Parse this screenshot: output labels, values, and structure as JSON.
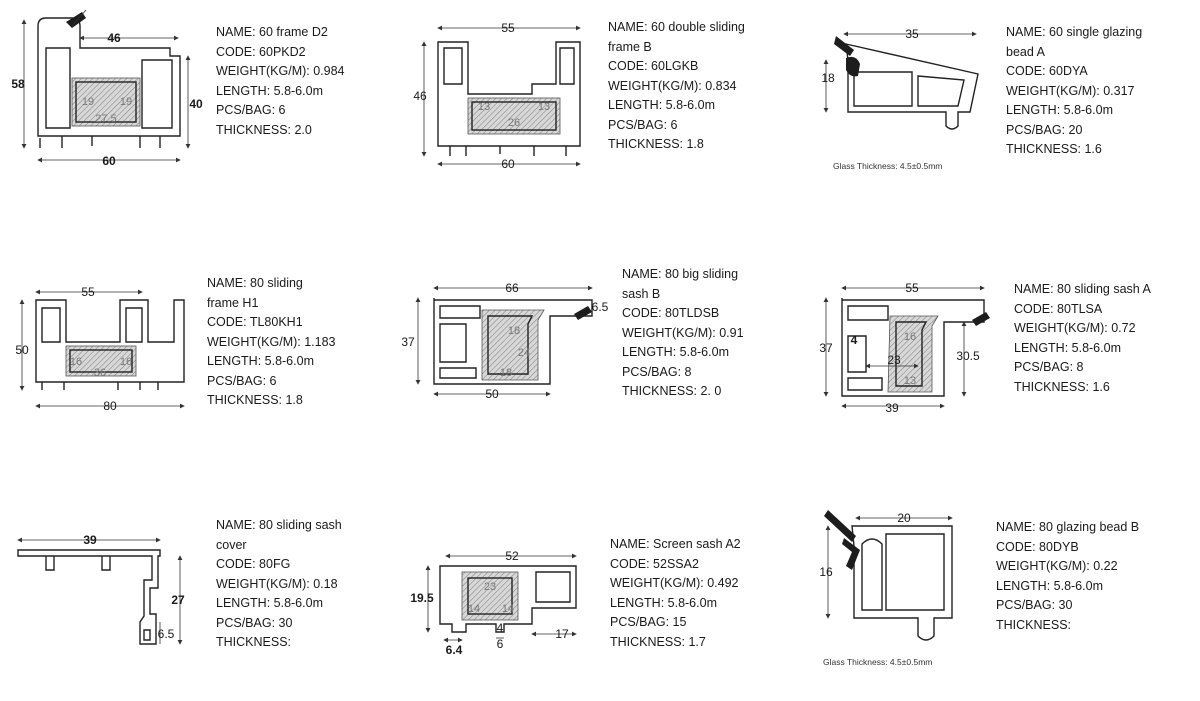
{
  "products": [
    {
      "name": "NAME: 60 frame D2",
      "code": "CODE: 60PKD2",
      "weight": "WEIGHT(KG/M): 0.984",
      "length": "LENGTH: 5.8-6.0m",
      "pcs": "PCS/BAG: 6",
      "thickness": "THICKNESS: 2.0",
      "dims": [
        "46",
        "58",
        "40",
        "19",
        "19",
        "27.5",
        "60"
      ]
    },
    {
      "name": "NAME: 60 double sliding",
      "name2": "frame B",
      "code": "CODE: 60LGKB",
      "weight": "WEIGHT(KG/M): 0.834",
      "length": "LENGTH: 5.8-6.0m",
      "pcs": "PCS/BAG: 6",
      "thickness": "THICKNESS: 1.8",
      "dims": [
        "55",
        "46",
        "13",
        "13",
        "26",
        "60"
      ]
    },
    {
      "name": "NAME: 60 single glazing",
      "name2": "bead A",
      "code": "CODE: 60DYA",
      "weight": "WEIGHT(KG/M): 0.317",
      "length": "LENGTH: 5.8-6.0m",
      "pcs": "PCS/BAG: 20",
      "thickness": "THICKNESS: 1.6",
      "dims": [
        "35",
        "18"
      ],
      "note": "Glass Thickness: 4.5±0.5mm"
    },
    {
      "name": "NAME: 80 sliding",
      "name2": "frame H1",
      "code": "CODE: TL80KH1",
      "weight": "WEIGHT(KG/M): 1.183",
      "length": "LENGTH: 5.8-6.0m",
      "pcs": "PCS/BAG: 6",
      "thickness": "THICKNESS: 1.8",
      "dims": [
        "55",
        "50",
        "16",
        "16",
        "36",
        "80"
      ]
    },
    {
      "name": "NAME: 80 big sliding",
      "name2": "sash B",
      "code": "CODE: 80TLDSB",
      "weight": "WEIGHT(KG/M): 0.91",
      "length": "LENGTH: 5.8-6.0m",
      "pcs": "PCS/BAG: 8",
      "thickness": "THICKNESS: 2. 0",
      "dims": [
        "66",
        "6.5",
        "37",
        "18",
        "24",
        "18",
        "50"
      ]
    },
    {
      "name": "NAME: 80 sliding sash A",
      "code": "CODE: 80TLSA",
      "weight": "WEIGHT(KG/M): 0.72",
      "length": "LENGTH: 5.8-6.0m",
      "pcs": "PCS/BAG: 8",
      "thickness": "THICKNESS: 1.6",
      "dims": [
        "55",
        "4",
        "37",
        "23",
        "30.5",
        "39",
        "16",
        "13"
      ]
    },
    {
      "name": "NAME: 80 sliding sash",
      "name2": "cover",
      "code": "CODE: 80FG",
      "weight": "WEIGHT(KG/M): 0.18",
      "length": "LENGTH: 5.8-6.0m",
      "pcs": "PCS/BAG: 30",
      "thickness": "THICKNESS:",
      "dims": [
        "39",
        "27",
        "6.5"
      ]
    },
    {
      "name": "NAME: Screen sash A2",
      "code": "CODE: 52SSA2",
      "weight": "WEIGHT(KG/M): 0.492",
      "length": "LENGTH: 5.8-6.0m",
      "pcs": "PCS/BAG: 15",
      "thickness": "THICKNESS: 1.7",
      "dims": [
        "52",
        "23",
        "19.5",
        "14",
        "14",
        "4",
        "6.4",
        "6",
        "17"
      ]
    },
    {
      "name": "NAME: 80 glazing bead B",
      "code": "CODE: 80DYB",
      "weight": "WEIGHT(KG/M): 0.22",
      "length": "LENGTH: 5.8-6.0m",
      "pcs": "PCS/BAG: 30",
      "thickness": "THICKNESS:",
      "dims": [
        "20",
        "16"
      ],
      "note": "Glass Thickness: 4.5±0.5mm"
    }
  ]
}
